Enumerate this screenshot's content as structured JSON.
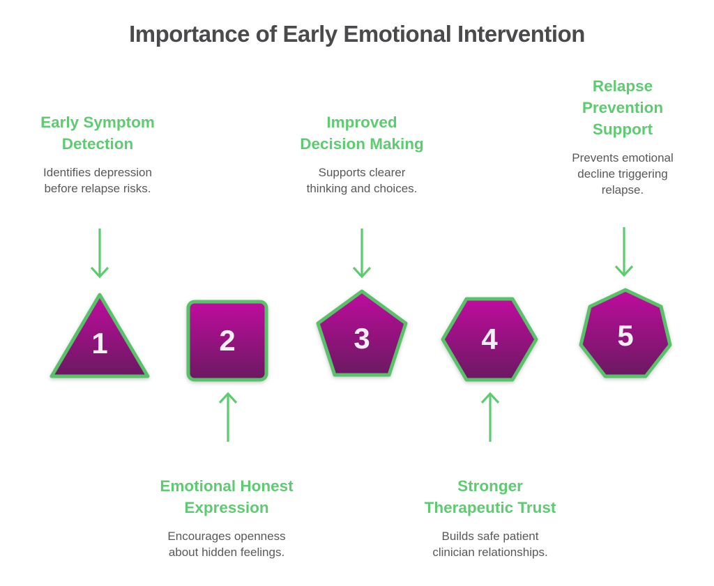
{
  "title": "Importance of Early Emotional Intervention",
  "colors": {
    "accent": "#5ecb71",
    "shape_stroke": "#57c268",
    "gradient_top": "#bf0c9e",
    "gradient_bottom": "#6b1961",
    "title_color": "#4a4a4d",
    "body_color": "#58585a",
    "number_color": "#f4eff3"
  },
  "steps": [
    {
      "number": "1",
      "heading": "Early Symptom\nDetection",
      "description": "Identifies depression\nbefore relapse risks.",
      "shape": "triangle",
      "arrow": "down",
      "text_position": "top"
    },
    {
      "number": "2",
      "heading": "Emotional Honest\nExpression",
      "description": "Encourages openness\nabout hidden feelings.",
      "shape": "square",
      "arrow": "up",
      "text_position": "bottom"
    },
    {
      "number": "3",
      "heading": "Improved\nDecision Making",
      "description": "Supports clearer\nthinking and choices.",
      "shape": "pentagon",
      "arrow": "down",
      "text_position": "top"
    },
    {
      "number": "4",
      "heading": "Stronger\nTherapeutic Trust",
      "description": "Builds safe patient\nclinician relationships.",
      "shape": "hexagon",
      "arrow": "up",
      "text_position": "bottom"
    },
    {
      "number": "5",
      "heading": "Relapse\nPrevention\nSupport",
      "description": "Prevents emotional\ndecline triggering\nrelapse.",
      "shape": "heptagon",
      "arrow": "down",
      "text_position": "top"
    }
  ]
}
